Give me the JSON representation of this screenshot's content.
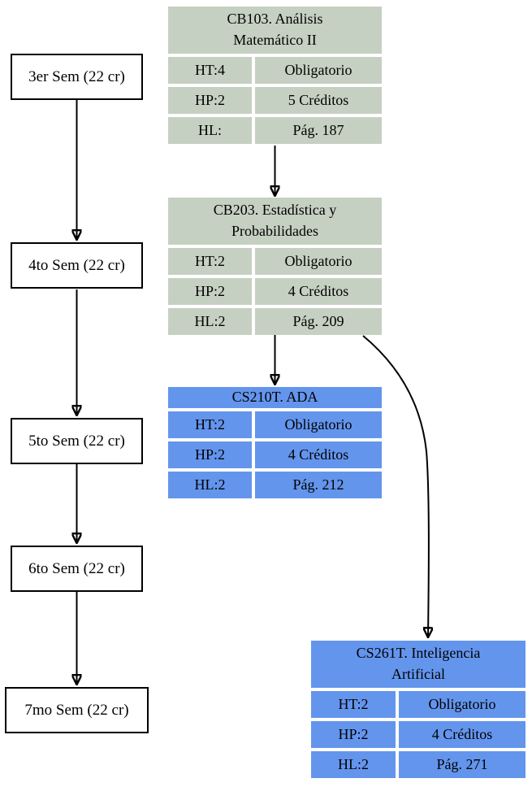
{
  "diagram": {
    "background": "#ffffff",
    "edge_color": "#000000",
    "node_border_color": "#000000",
    "text_color": "#000000",
    "semesters": [
      {
        "label": "3er Sem (22 cr)"
      },
      {
        "label": "4to Sem (22 cr)"
      },
      {
        "label": "5to Sem (22 cr)"
      },
      {
        "label": "6to Sem (22 cr)"
      },
      {
        "label": "7mo Sem (22 cr)"
      }
    ],
    "courses": [
      {
        "title": "CB103. Análisis\nMatemático II",
        "color": "#c6d0c2",
        "rows": [
          [
            "HT:4",
            "Obligatorio"
          ],
          [
            "HP:2",
            "5 Créditos"
          ],
          [
            "HL:",
            "Pág. 187"
          ]
        ]
      },
      {
        "title": "CB203. Estadística y\nProbabilidades",
        "color": "#c6d0c2",
        "rows": [
          [
            "HT:2",
            "Obligatorio"
          ],
          [
            "HP:2",
            "4 Créditos"
          ],
          [
            "HL:2",
            "Pág. 209"
          ]
        ]
      },
      {
        "title": "CS210T. ADA",
        "color": "#6495ed",
        "rows": [
          [
            "HT:2",
            "Obligatorio"
          ],
          [
            "HP:2",
            "4 Créditos"
          ],
          [
            "HL:2",
            "Pág. 212"
          ]
        ]
      },
      {
        "title": "CS261T. Inteligencia\nArtificial",
        "color": "#6495ed",
        "rows": [
          [
            "HT:2",
            "Obligatorio"
          ],
          [
            "HP:2",
            "4 Créditos"
          ],
          [
            "HL:2",
            "Pág. 271"
          ]
        ]
      }
    ],
    "edges": [
      {
        "from": "3er Sem (22 cr)",
        "to": "4to Sem (22 cr)"
      },
      {
        "from": "4to Sem (22 cr)",
        "to": "5to Sem (22 cr)"
      },
      {
        "from": "5to Sem (22 cr)",
        "to": "6to Sem (22 cr)"
      },
      {
        "from": "6to Sem (22 cr)",
        "to": "7mo Sem (22 cr)"
      },
      {
        "from": "CB103",
        "to": "CB203"
      },
      {
        "from": "CB203",
        "to": "CS210T"
      },
      {
        "from": "CB203",
        "to": "CS261T"
      }
    ]
  }
}
